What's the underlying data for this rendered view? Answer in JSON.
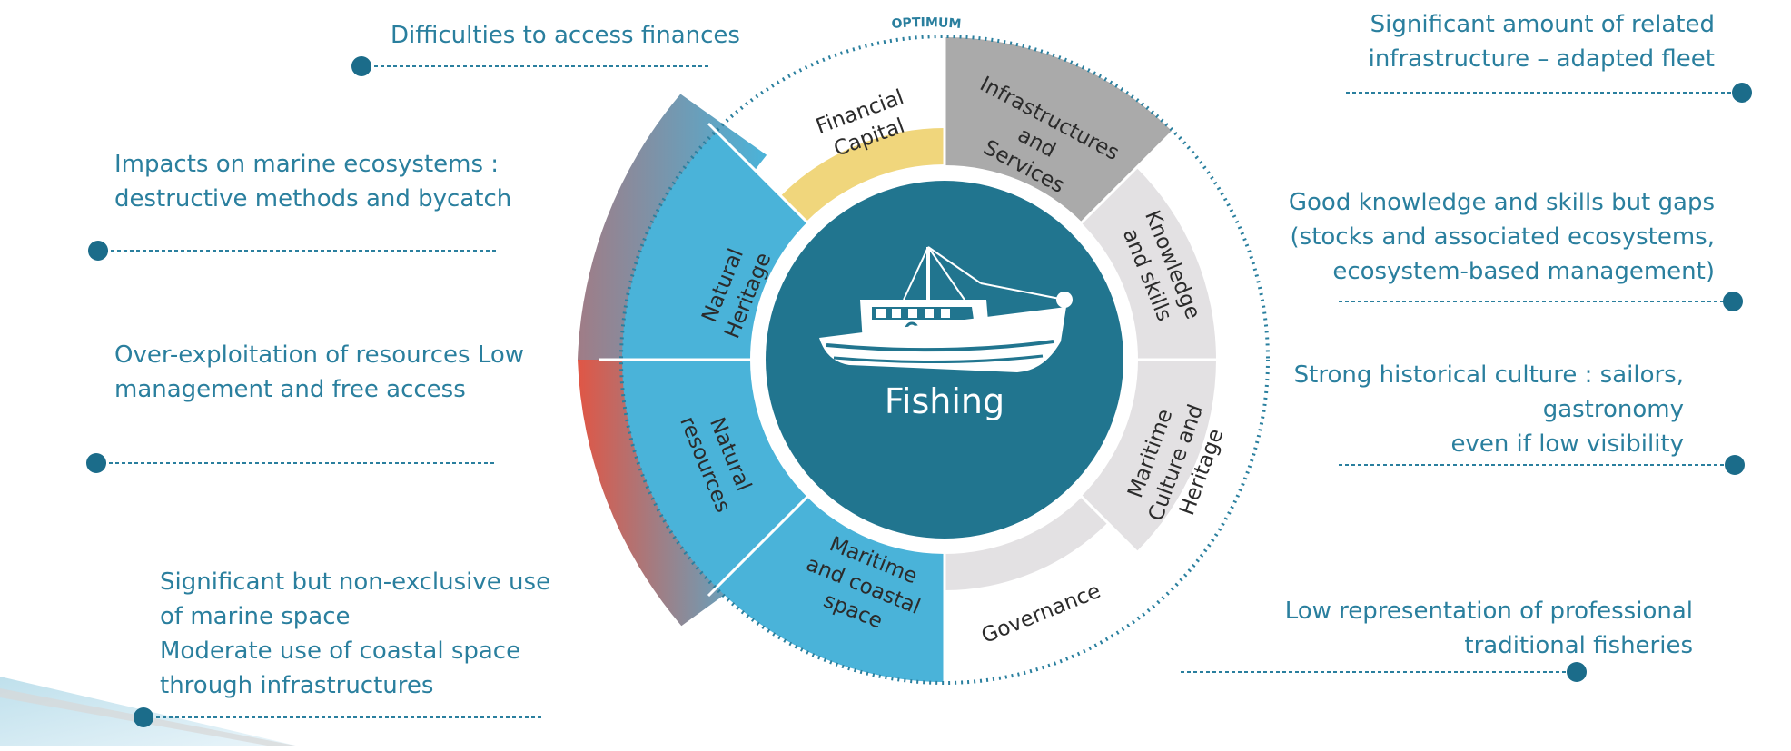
{
  "diagram": {
    "center_title": "Fishing",
    "optimum_label": "OPTIMUM",
    "segments": [
      {
        "id": "financial-capital",
        "lines": [
          "Financial",
          "Capital"
        ]
      },
      {
        "id": "infrastructures",
        "lines": [
          "Infrastructures",
          "and",
          "Services"
        ]
      },
      {
        "id": "knowledge",
        "lines": [
          "Knowledge",
          "and skills"
        ]
      },
      {
        "id": "maritime-culture",
        "lines": [
          "Maritime",
          "Culture and",
          "Heritage"
        ]
      },
      {
        "id": "governance",
        "lines": [
          "Governance"
        ]
      },
      {
        "id": "maritime-space",
        "lines": [
          "Maritime",
          "and coastal",
          "space"
        ]
      },
      {
        "id": "natural-resources",
        "lines": [
          "Natural",
          "resources"
        ]
      },
      {
        "id": "natural-heritage",
        "lines": [
          "Natural",
          "Heritage"
        ]
      }
    ],
    "notes_left": [
      {
        "lines": [
          "Difficulties to access finances"
        ]
      },
      {
        "lines": [
          "Impacts on marine ecosystems :",
          " destructive methods and bycatch"
        ]
      },
      {
        "lines": [
          "Over-exploitation of resources Low",
          "management and free access"
        ]
      },
      {
        "lines": [
          "Significant but non-exclusive use",
          "of  marine space",
          "Moderate use of coastal space",
          "through infrastructures"
        ]
      }
    ],
    "notes_right": [
      {
        "lines": [
          "Significant amount of related",
          "infrastructure – adapted fleet"
        ]
      },
      {
        "lines": [
          "Good knowledge and skills but gaps",
          "(stocks and associated ecosystems,",
          "ecosystem-based management)"
        ]
      },
      {
        "lines": [
          "Strong historical culture : sailors,",
          "gastronomy",
          "even  if low visibility"
        ]
      },
      {
        "lines": [
          "Low representation of professional",
          "traditional fisheries"
        ]
      }
    ],
    "colors": {
      "teal": "#21758f",
      "light_blue": "#4ab3d9",
      "gray": "#aaaaaa",
      "light_gray": "#e3e1e3",
      "yellow": "#f0d67c",
      "red": "#e05645",
      "text_blue": "#2a7f9e"
    }
  }
}
